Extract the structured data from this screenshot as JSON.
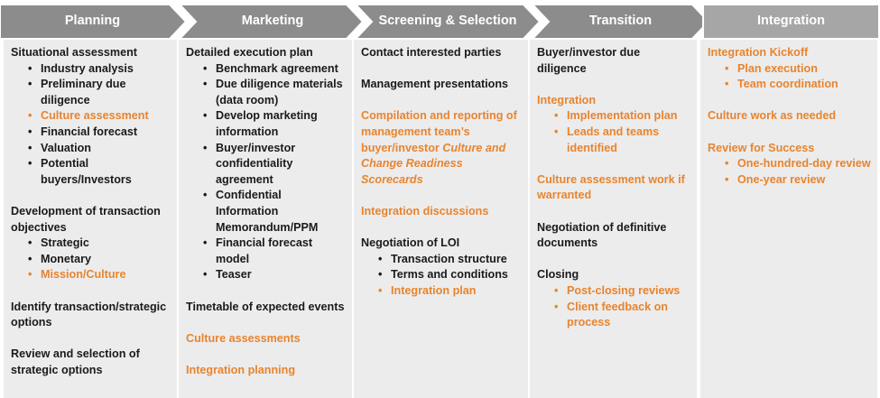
{
  "colors": {
    "header": "#8c8c8c",
    "header_last": "#a6a6a6",
    "panel": "#ececec",
    "accent": "#e8842e",
    "text": "#1a1a1a"
  },
  "phases": [
    {
      "title": "Planning"
    },
    {
      "title": "Marketing"
    },
    {
      "title": "Screening & Selection"
    },
    {
      "title": "Transition"
    },
    {
      "title": "Integration"
    }
  ],
  "planning": {
    "situational": "Situational assessment",
    "sit_items": [
      "Industry analysis",
      "Preliminary due diligence",
      "Culture assessment",
      "Financial forecast",
      "Valuation",
      "Potential buyers/Investors"
    ],
    "dev": "Development of transaction objectives",
    "dev_items": [
      "Strategic",
      "Monetary",
      "Mission/Culture"
    ],
    "identify": "Identify transaction/strategic options",
    "review": "Review and selection of strategic options"
  },
  "marketing": {
    "plan": "Detailed execution plan",
    "plan_items": [
      "Benchmark agreement",
      "Due diligence materials (data room)",
      "Develop marketing information",
      "Buyer/investor confidentiality agreement",
      "Confidential Information Memorandum/PPM",
      "Financial forecast model",
      "Teaser"
    ],
    "timetable": "Timetable of expected events",
    "culture": "Culture assessments",
    "integration": "Integration planning"
  },
  "screening": {
    "contact": "Contact interested parties",
    "mgmt": "Management presentations",
    "comp_a": "Compilation and reporting of management team’s buyer/investor ",
    "comp_b": "Culture and Change Readiness Scorecards",
    "disc": "Integration discussions",
    "loi": "Negotiation of LOI",
    "loi_items": [
      "Transaction structure",
      "Terms and conditions",
      "Integration plan"
    ]
  },
  "transition": {
    "dd": "Buyer/investor due diligence",
    "integration": "Integration",
    "int_items": [
      "Implementation plan",
      "Leads and teams identified"
    ],
    "culture": "Culture assessment work if warranted",
    "neg": "Negotiation of definitive documents",
    "closing": "Closing",
    "closing_items": [
      "Post-closing reviews",
      "Client feedback on process"
    ]
  },
  "integration": {
    "kickoff": "Integration Kickoff",
    "kickoff_items": [
      "Plan execution",
      "Team coordination"
    ],
    "culture": "Culture work as needed",
    "review": "Review for Success",
    "review_items": [
      "One-hundred-day review",
      "One-year review"
    ]
  }
}
